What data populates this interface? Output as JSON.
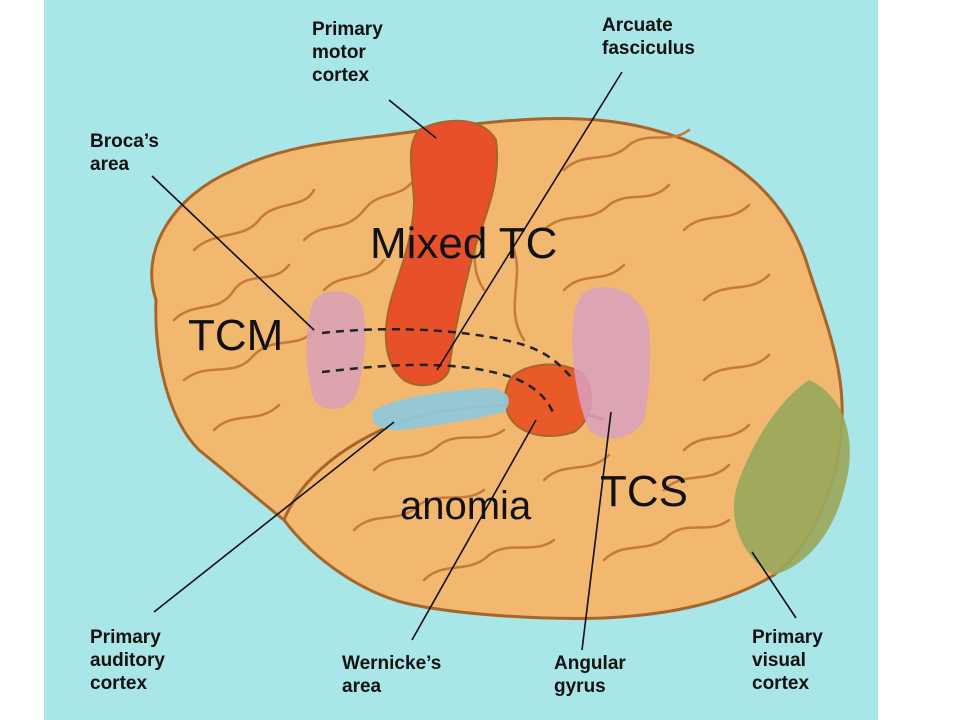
{
  "labels": {
    "primary_motor_cortex": [
      "Primary",
      "motor",
      "cortex"
    ],
    "arcuate_fasciculus": [
      "Arcuate",
      "fasciculus"
    ],
    "brocas_area": [
      "Broca’s",
      "area"
    ],
    "primary_auditory_cortex": [
      "Primary",
      "auditory",
      "cortex"
    ],
    "wernickes_area": [
      "Wernicke’s",
      "area"
    ],
    "angular_gyrus": [
      "Angular",
      "gyrus"
    ],
    "primary_visual_cortex": [
      "Primary",
      "visual",
      "cortex"
    ]
  },
  "overlays": {
    "mixed_tc": "Mixed TC",
    "tcm": "TCM",
    "tcs": "TCS",
    "anomia": "anomia"
  },
  "colors": {
    "background": "#a8e6e8",
    "brain": "#f2b870",
    "motor_cortex": "#e8502a",
    "brocas_area": "#d9a0b8",
    "angular_gyrus": "#d9a0c0",
    "auditory_cortex": "#8fc8d8",
    "wernickes_area": "#e85a28",
    "visual_cortex": "#9aa85a"
  }
}
